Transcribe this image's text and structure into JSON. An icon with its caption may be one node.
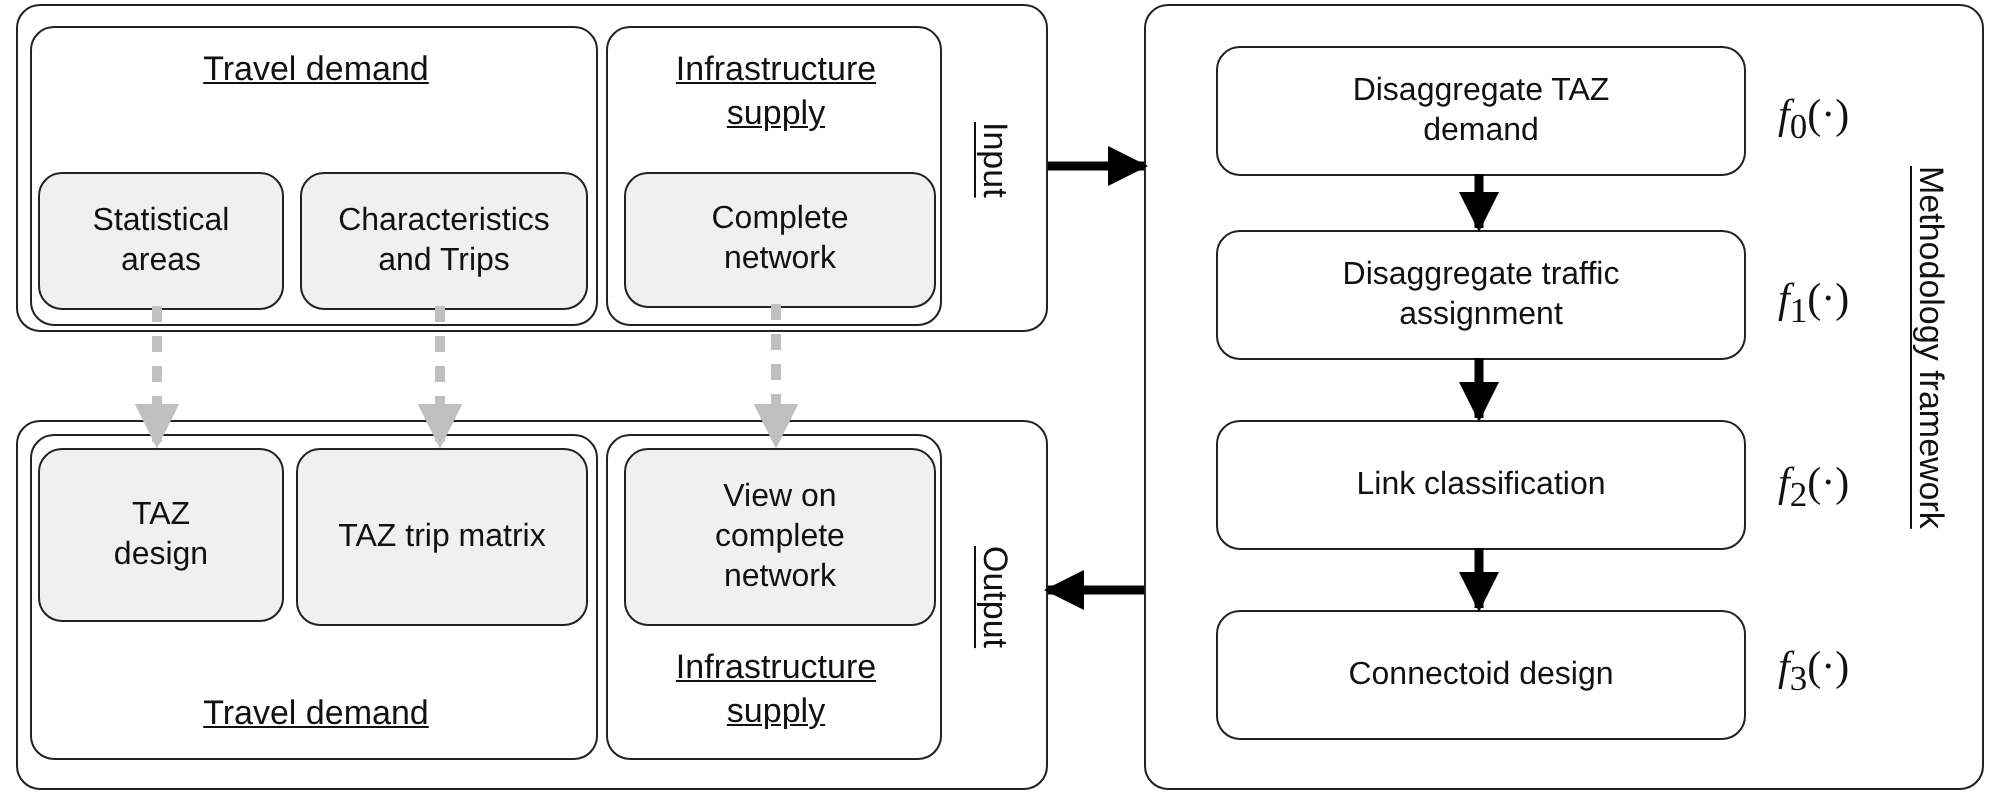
{
  "diagram": {
    "nodes": [
      {
        "text": [
          "Input"
        ]
      },
      {
        "text": [
          "Travel demand"
        ],
        "in": 0
      },
      {
        "text": [
          "Statistical areas"
        ],
        "in": 1
      },
      {
        "text": [
          "Characteristics and Trips"
        ],
        "in": 1
      },
      {
        "text": [
          "Infrastructure supply"
        ],
        "in": 0
      },
      {
        "text": [
          "Complete network"
        ],
        "in": 4
      },
      {
        "text": [
          "Output"
        ]
      },
      {
        "text": [
          "Travel demand"
        ],
        "in": 6
      },
      {
        "text": [
          "TAZ design"
        ],
        "in": 7
      },
      {
        "text": [
          "TAZ trip matrix"
        ],
        "in": 7
      },
      {
        "text": [
          "Infrastructure supply"
        ],
        "in": 6
      },
      {
        "text": [
          "View on complete network"
        ],
        "in": 10
      },
      {
        "text": [
          "Methodology framework"
        ]
      },
      {
        "text": [
          "Disaggregate TAZ demand"
        ],
        "in": 12,
        "beside": [
          "*f*$_{0}$(·)"
        ]
      },
      {
        "text": [
          "Disaggregate traffic assignment"
        ],
        "in": 12,
        "beside": [
          "*f*$_{1}$(·)"
        ]
      },
      {
        "text": [
          "Link classification"
        ],
        "in": 12,
        "beside": [
          "*f*$_{2}$(·)"
        ]
      },
      {
        "text": [
          "Connectoid design"
        ],
        "in": 12,
        "beside": [
          "*f*$_{3}$(·)"
        ]
      }
    ],
    "edges": [
      {
        "from": 0,
        "to": 12,
        "arrow": "to"
      },
      {
        "from": 12,
        "to": 6,
        "arrow": "to"
      },
      {
        "from": 13,
        "to": 14,
        "arrow": "to"
      },
      {
        "from": 14,
        "to": 15,
        "arrow": "to"
      },
      {
        "from": 15,
        "to": 16,
        "arrow": "to"
      },
      {
        "from": 2,
        "to": 8,
        "arrow": "to",
        "style": "dashed",
        "color": "#c0c0c0"
      },
      {
        "from": 3,
        "to": 9,
        "arrow": "to",
        "style": "dashed",
        "color": "#c0c0c0"
      },
      {
        "from": 5,
        "to": 11,
        "arrow": "to",
        "style": "dashed",
        "color": "#c0c0c0"
      }
    ]
  }
}
